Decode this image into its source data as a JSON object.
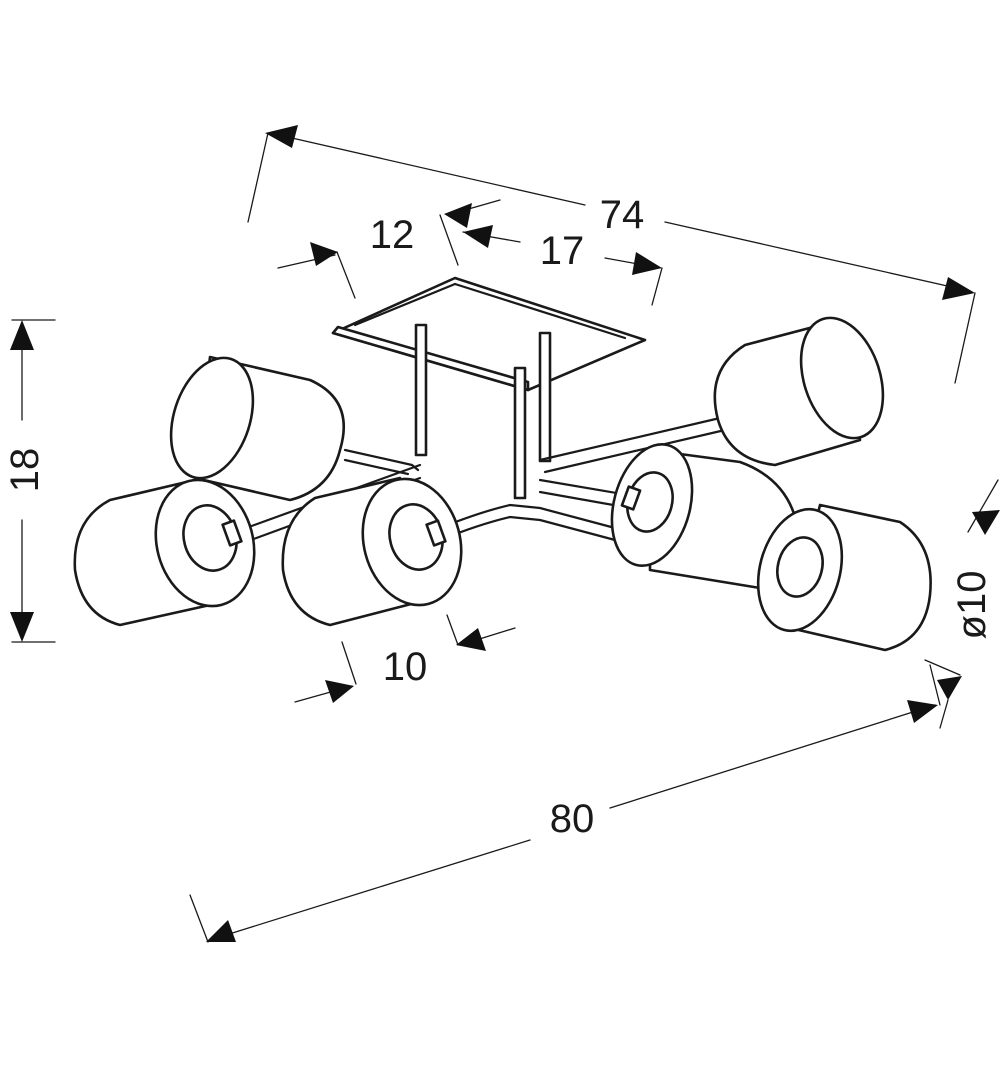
{
  "dimensions": {
    "overall_width": "74",
    "base_width": "12",
    "base_length": "17",
    "height": "18",
    "shade_length": "10",
    "shade_diameter": "ø10",
    "overall_length": "80"
  }
}
